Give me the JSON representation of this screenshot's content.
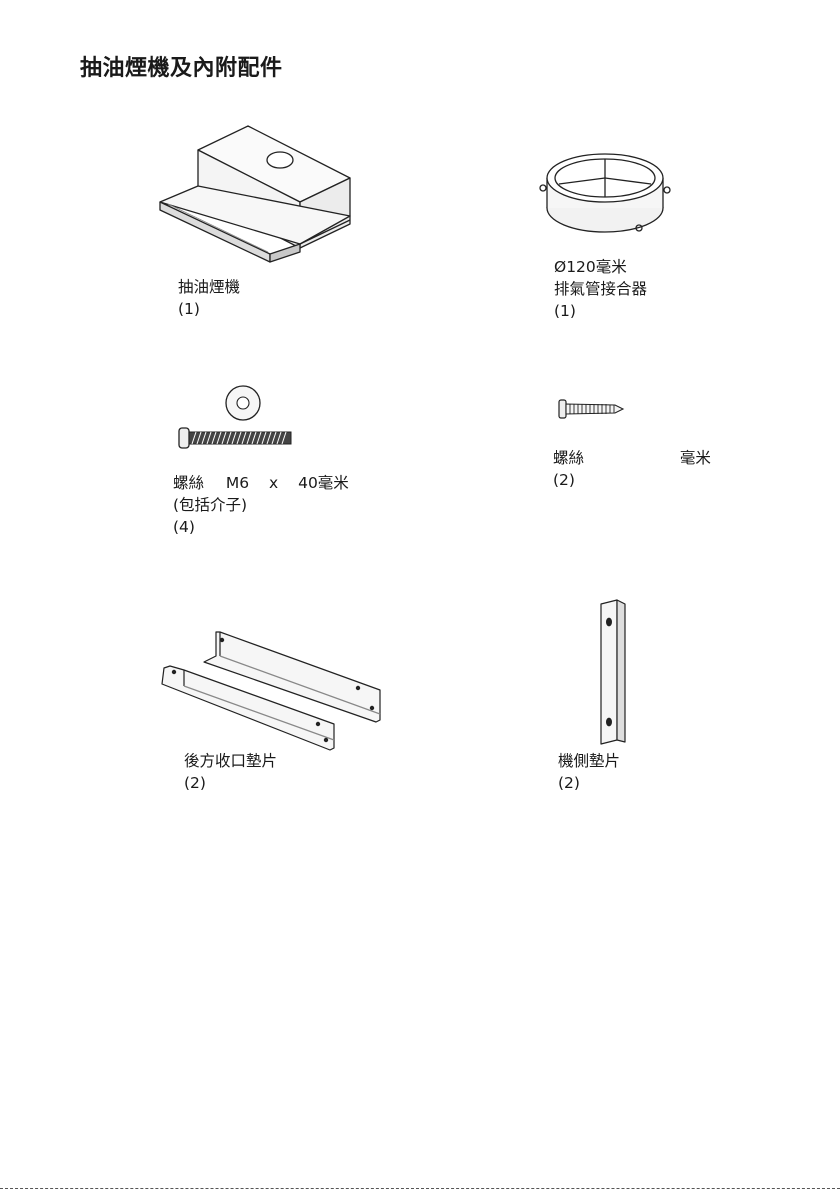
{
  "page": {
    "title": "抽油煙機及內附配件"
  },
  "parts": {
    "hood": {
      "name": "抽油煙機",
      "qty": "(1)"
    },
    "adapter": {
      "size": "Ø120毫米",
      "name": "排氣管接合器",
      "qty": "(1)"
    },
    "screw_m6": {
      "name_a": "螺絲",
      "size": "M6",
      "x": "x",
      "length": "40毫米",
      "note": "(包括介子)",
      "qty": "(4)"
    },
    "screw_small": {
      "name": "螺絲",
      "unit": "毫米",
      "qty": "(2)"
    },
    "rear_spacer": {
      "name": "後方收口墊片",
      "qty": "(2)"
    },
    "side_spacer": {
      "name": "機側墊片",
      "qty": "(2)"
    }
  }
}
